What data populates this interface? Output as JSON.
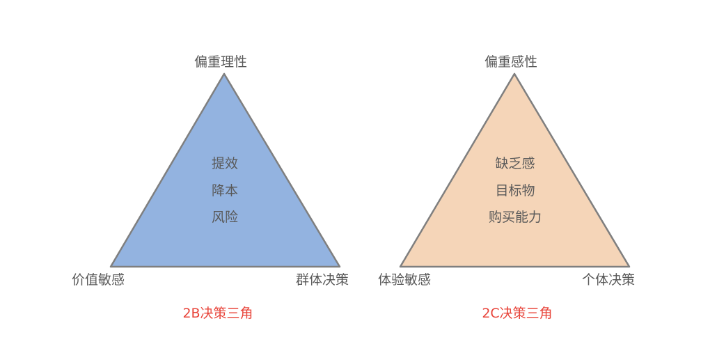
{
  "colors": {
    "b2b_fill": "#93b3e0",
    "b2c_fill": "#f5d5b8",
    "stroke": "#7f7f7f",
    "caption": "#e8443a"
  },
  "b2b": {
    "top_label": "偏重理性",
    "left_label": "价值敏感",
    "right_label": "群体决策",
    "inner": [
      "提效",
      "降本",
      "风险"
    ],
    "caption": "2B决策三角"
  },
  "b2c": {
    "top_label": "偏重感性",
    "left_label": "体验敏感",
    "right_label": "个体决策",
    "inner": [
      "缺乏感",
      "目标物",
      "购买能力"
    ],
    "caption": "2C决策三角"
  }
}
